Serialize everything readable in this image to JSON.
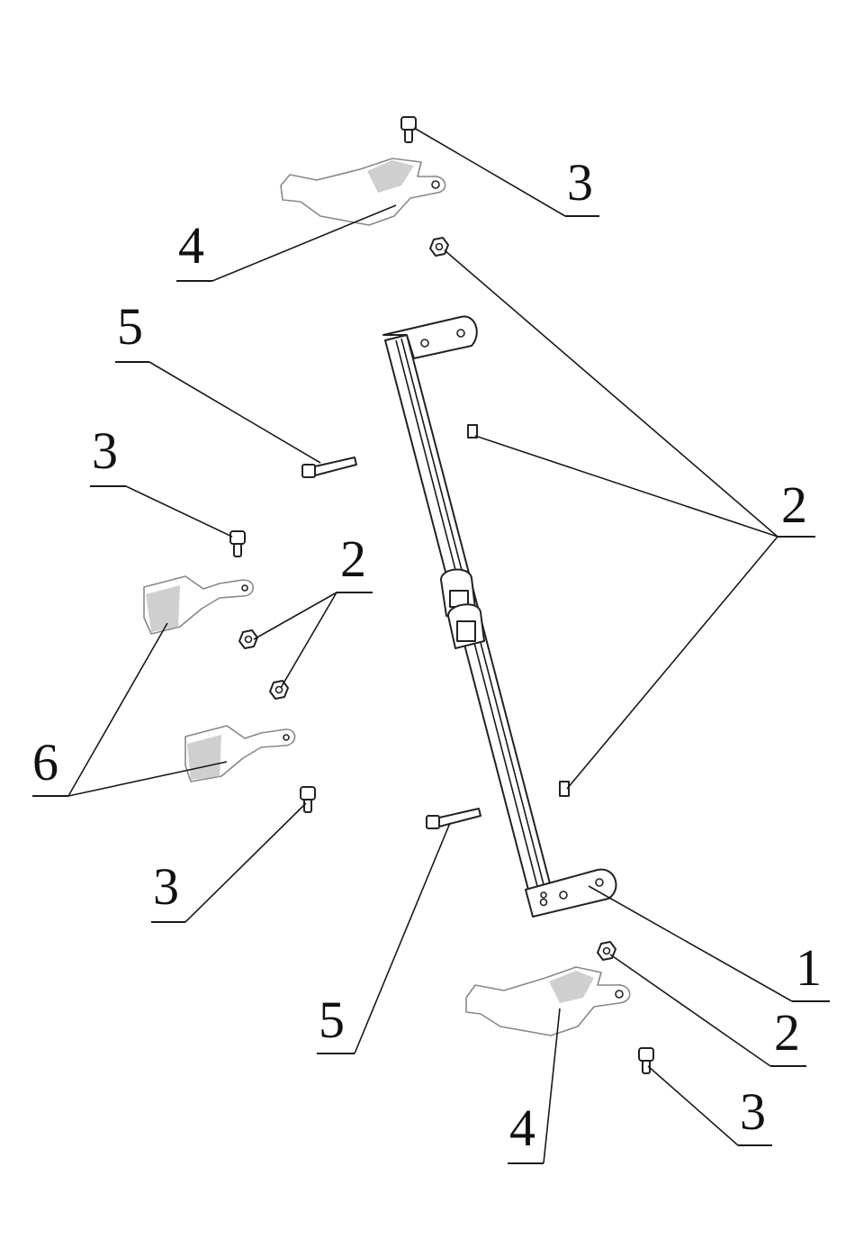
{
  "callouts": [
    {
      "id": "c1",
      "label": "1"
    },
    {
      "id": "c2a",
      "label": "2"
    },
    {
      "id": "c2b",
      "label": "2"
    },
    {
      "id": "c2c",
      "label": "2"
    },
    {
      "id": "c3a",
      "label": "3"
    },
    {
      "id": "c3b",
      "label": "3"
    },
    {
      "id": "c3c",
      "label": "3"
    },
    {
      "id": "c3d",
      "label": "3"
    },
    {
      "id": "c4a",
      "label": "4"
    },
    {
      "id": "c4b",
      "label": "4"
    },
    {
      "id": "c5a",
      "label": "5"
    },
    {
      "id": "c5b",
      "label": "5"
    },
    {
      "id": "c6",
      "label": "6"
    }
  ]
}
